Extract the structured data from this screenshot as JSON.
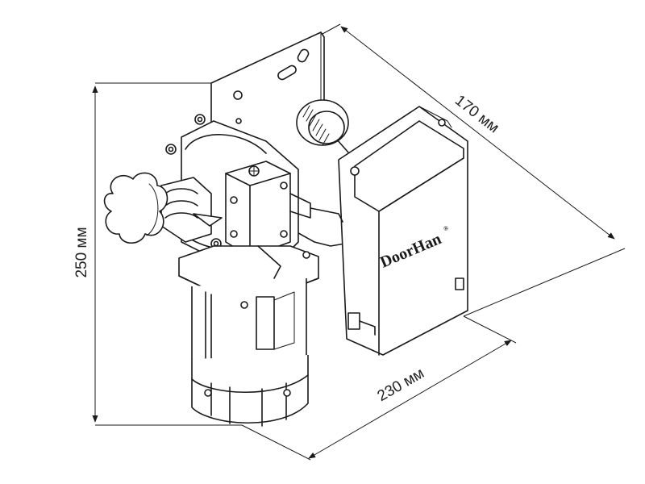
{
  "dimensions": {
    "height_label": "250 мм",
    "depth_label": "170 мм",
    "width_label": "230 мм"
  },
  "brand": {
    "logo_text": "DoorHan",
    "registered_mark": "®"
  },
  "colors": {
    "line": "#1a1a1a",
    "background": "#ffffff"
  }
}
